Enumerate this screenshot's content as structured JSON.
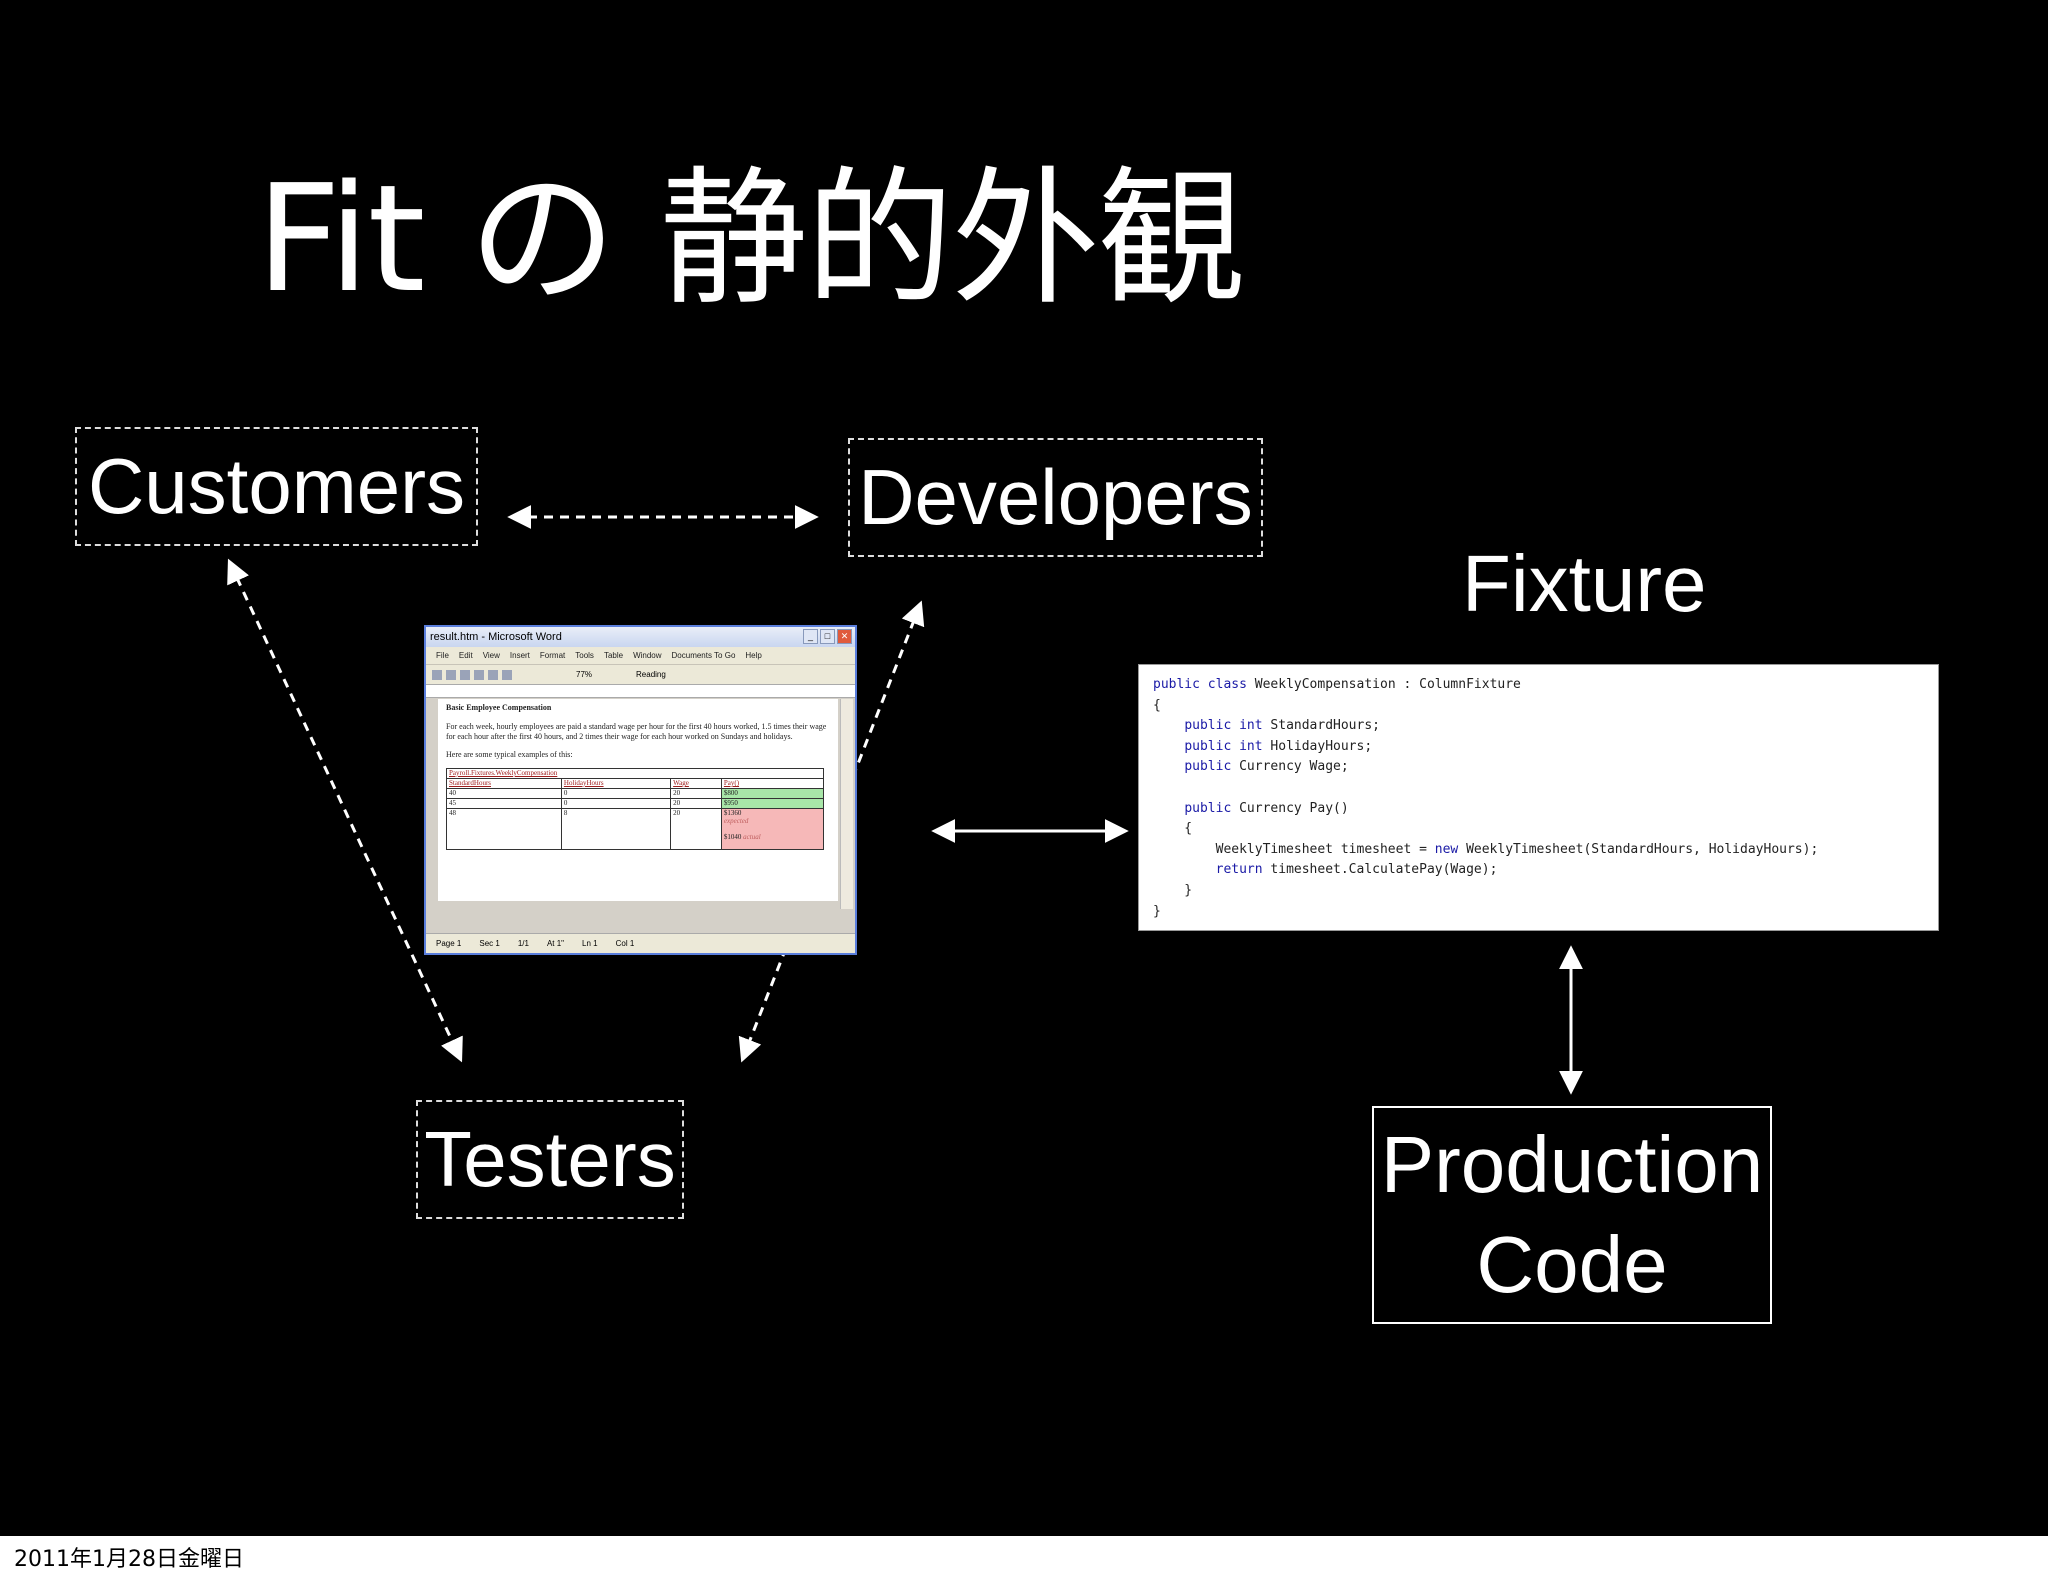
{
  "slide": {
    "title": "Fit の 静的外観",
    "roles": {
      "customers": "Customers",
      "developers": "Developers",
      "testers": "Testers"
    },
    "fixture_label": "Fixture",
    "production": {
      "line1": "Production",
      "line2": "Code"
    }
  },
  "word_window": {
    "title": "result.htm - Microsoft Word",
    "menu": [
      "File",
      "Edit",
      "View",
      "Insert",
      "Format",
      "Tools",
      "Table",
      "Window",
      "Documents To Go",
      "Help"
    ],
    "zoom": "77%",
    "reading": "Reading",
    "doc_heading": "Basic Employee Compensation",
    "paragraph1": "For each week, hourly employees are paid a standard wage per hour for the first 40 hours worked, 1.5 times their wage for each hour after the first 40 hours, and 2 times their wage for each hour worked on Sundays and holidays.",
    "paragraph2": "Here are some typical examples of this:",
    "table": {
      "fixture_name": "Payroll.Fixtures.WeeklyCompensation",
      "headers": [
        "StandardHours",
        "HolidayHours",
        "Wage",
        "Pay()"
      ],
      "rows": [
        [
          "40",
          "0",
          "20",
          "$800"
        ],
        [
          "45",
          "0",
          "20",
          "$950"
        ],
        [
          "48",
          "8",
          "20",
          "$1360"
        ]
      ],
      "expected_label": "expected",
      "actual_value": "$1040",
      "actual_label": "actual"
    },
    "status": [
      "Page 1",
      "Sec 1",
      "1/1",
      "At 1\"",
      "Ln 1",
      "Col 1"
    ]
  },
  "code_window": {
    "lines": [
      "public class WeeklyCompensation : ColumnFixture",
      "{",
      "    public int StandardHours;",
      "    public int HolidayHours;",
      "    public Currency Wage;",
      "",
      "    public Currency Pay()",
      "    {",
      "        WeeklyTimesheet timesheet = new WeeklyTimesheet(StandardHours, HolidayHours);",
      "        return timesheet.CalculatePay(Wage);",
      "    }",
      "}"
    ]
  },
  "footer": {
    "date": "2011年1月28日金曜日"
  }
}
